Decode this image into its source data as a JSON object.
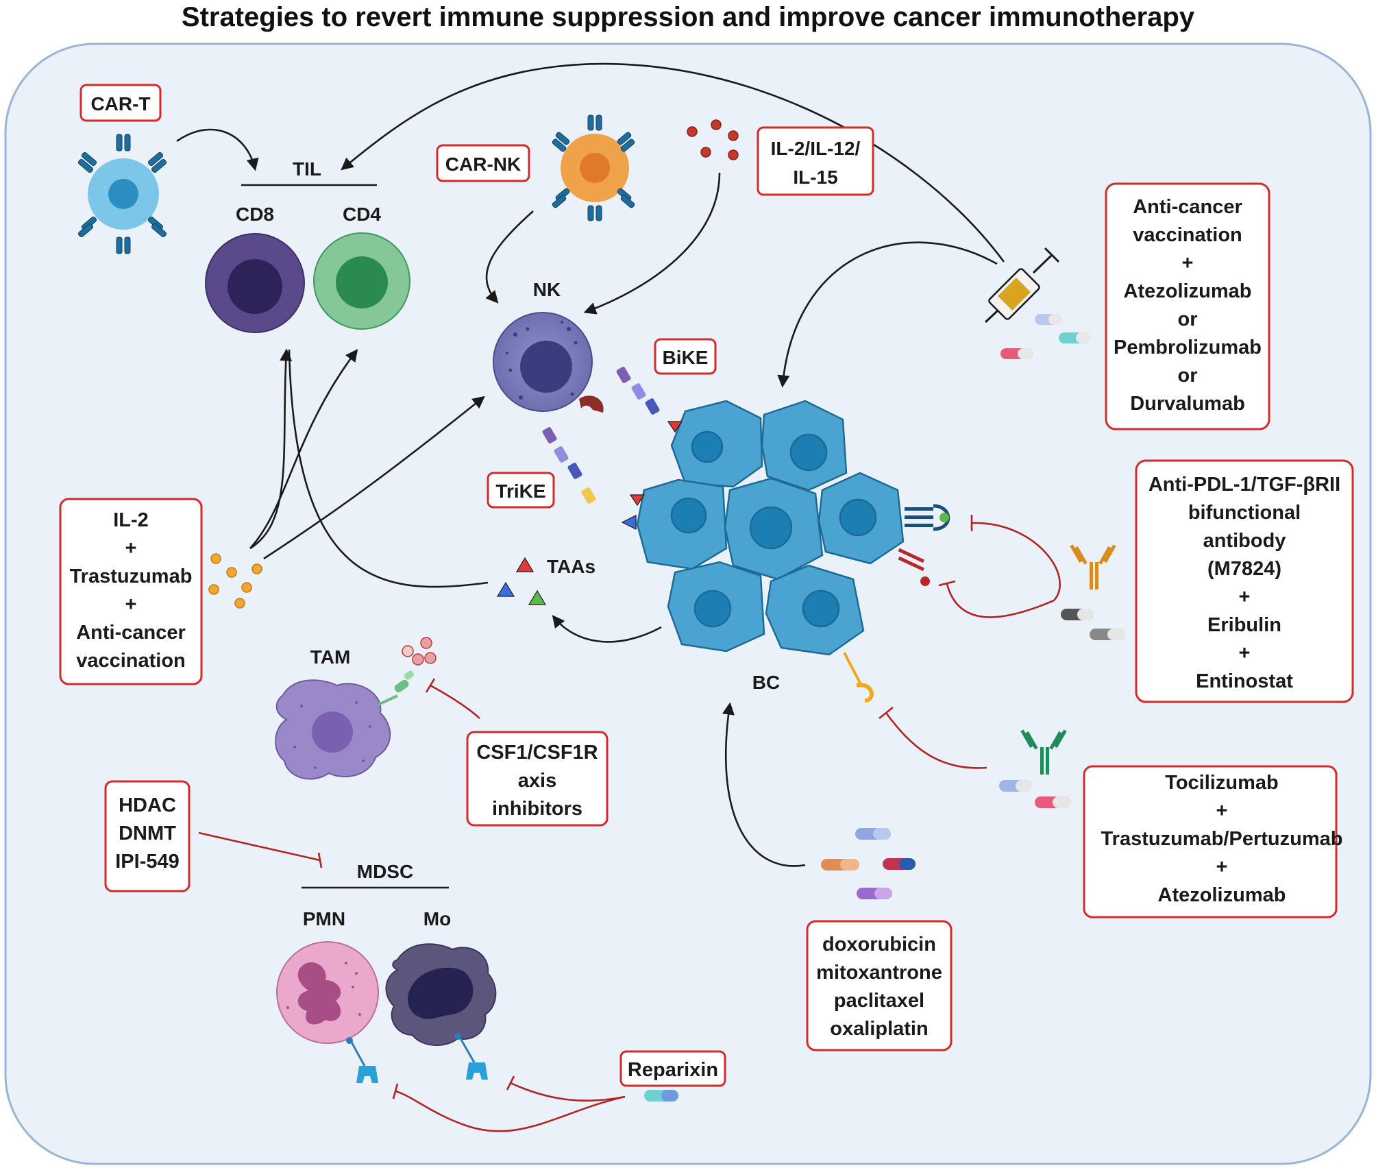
{
  "title": "Strategies to revert immune suppression and improve cancer immunotherapy",
  "labels": {
    "til": "TIL",
    "cd8": "CD8",
    "cd4": "CD4",
    "nk": "NK",
    "taas": "TAAs",
    "bc": "BC",
    "tam": "TAM",
    "mdsc": "MDSC",
    "pmn": "PMN",
    "mo": "Mo"
  },
  "boxes": {
    "car_t": [
      "CAR-T"
    ],
    "car_nk": [
      "CAR-NK"
    ],
    "il_cytokines": [
      "IL-2/IL-12/",
      "IL-15"
    ],
    "bike": [
      "BiKE"
    ],
    "trike": [
      "TriKE"
    ],
    "vaccination": [
      "Anti-cancer",
      "vaccination",
      "+",
      "Atezolizumab",
      "or",
      "Pembrolizumab",
      "or",
      "Durvalumab"
    ],
    "bifunctional": [
      "Anti-PDL-1/TGF-βRII",
      "bifunctional",
      "antibody",
      "(M7824)",
      "+",
      "Eribulin",
      "+",
      "Entinostat"
    ],
    "il2_trastuzumab": [
      "IL-2",
      "+",
      "Trastuzumab",
      "+",
      "Anti-cancer",
      "vaccination"
    ],
    "csf1": [
      "CSF1/CSF1R",
      "axis",
      "inhibitors"
    ],
    "tocilizumab": [
      "Tocilizumab",
      "+",
      "Trastuzumab/Pertuzumab",
      "+",
      "Atezolizumab"
    ],
    "hdac": [
      "HDAC",
      "DNMT",
      "IPI-549"
    ],
    "chemo": [
      "doxorubicin",
      "mitoxantrone",
      "paclitaxel",
      "oxaliplatin"
    ],
    "reparixin": [
      "Reparixin"
    ]
  },
  "colors": {
    "panel_fill": "#eaf1f9",
    "panel_stroke": "#9bb3d6",
    "box_stroke": "#d42a2a",
    "arrow": "#1a1a1a",
    "inhibit": "#b42323",
    "cd8": "#5b4a8b",
    "cd4": "#6cbf84",
    "nk": "#6d6fb0",
    "tumor": "#4aa3d0",
    "tam": "#9b88c8",
    "pmn": "#e7a9cc",
    "mo": "#5c567c"
  }
}
